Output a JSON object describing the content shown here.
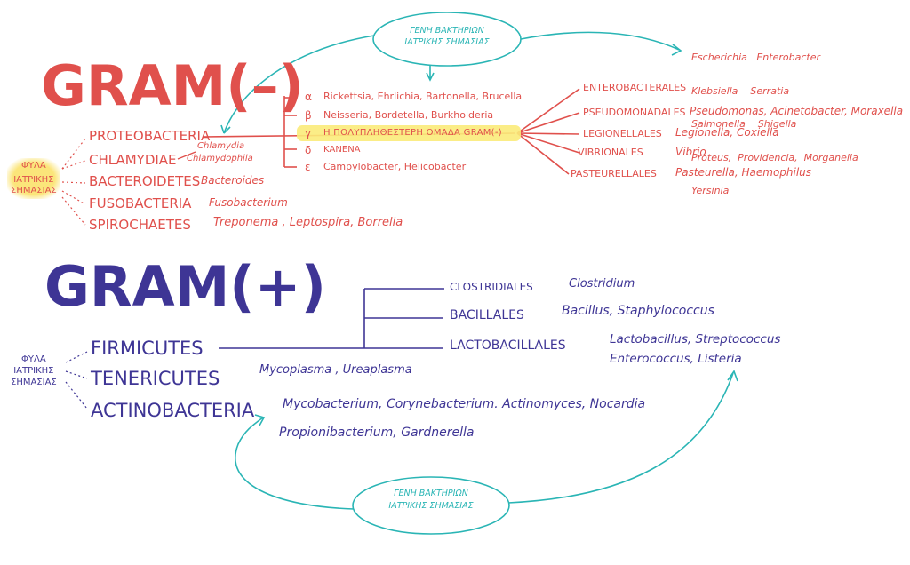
{
  "gram_neg": {
    "title": "GRAM(–)",
    "phyla_label_1": "ΦΥΛΑ",
    "phyla_label_2": "ΙΑΤΡΙΚΗΣ",
    "phyla_label_3": "ΣΗΜΑΣΙΑΣ",
    "phyla": [
      {
        "name": "PROTEOBACTERIA"
      },
      {
        "name": "CHLAMYDIAE",
        "genera_1": "Chlamydia",
        "genera_2": "Chlamydophila"
      },
      {
        "name": "BACTEROIDETES",
        "genera": "Bacteroides"
      },
      {
        "name": "FUSOBACTERIA",
        "genera": "Fusobacterium"
      },
      {
        "name": "SPIROCHAETES",
        "genera": "Treponema , Leptospira, Borrelia"
      }
    ],
    "classes": [
      {
        "symbol": "α",
        "text": "Rickettsia, Ehrlichia, Bartonella, Brucella"
      },
      {
        "symbol": "β",
        "text": "Neisseria, Bordetella, Burkholderia"
      },
      {
        "symbol": "γ",
        "text": "Η ΠΟΛΥΠΛΗΘΕΣΤΕΡΗ ΟΜΑΔΑ GRAM(-)"
      },
      {
        "symbol": "δ",
        "text": "ΚΑΝΕΝΑ"
      },
      {
        "symbol": "ε",
        "text": "Campylobacter, Helicobacter"
      }
    ],
    "orders": [
      {
        "name": "ENTEROBACTERALES"
      },
      {
        "name": "PSEUDOMONADALES",
        "genera": "Pseudomonas, Acinetobacter, Moraxella"
      },
      {
        "name": "LEGIONELLALES",
        "genera": "Legionella, Coxiella"
      },
      {
        "name": "VIBRIONALES",
        "genera": "Vibrio"
      },
      {
        "name": "PASTEURELLALES",
        "genera": "Pasteurella, Haemophilus"
      }
    ],
    "enterobacterales_genera": [
      "Escherichia   Enterobacter",
      "Klebsiella    Serratia",
      "Salmonella    Shigella",
      "Proteus,  Providencia,  Morganella",
      "Yersinia"
    ]
  },
  "gram_pos": {
    "title": "GRAM(+)",
    "phyla_label_1": "ΦΥΛΑ",
    "phyla_label_2": "ΙΑΤΡΙΚΗΣ",
    "phyla_label_3": "ΣΗΜΑΣΙΑΣ",
    "phyla": [
      {
        "name": "FIRMICUTES"
      },
      {
        "name": "TENERICUTES",
        "genera": "Mycoplasma , Ureaplasma"
      },
      {
        "name": "ACTINOBACTERIA",
        "genera_1": "Mycobacterium,  Corynebacterium.  Actinomyces, Nocardia",
        "genera_2": "Propionibacterium, Gardnerella"
      }
    ],
    "orders": [
      {
        "name": "CLOSTRIDIALES",
        "genera": "Clostridium"
      },
      {
        "name": "BACILLALES",
        "genera": "Bacillus, Staphylococcus"
      },
      {
        "name": "LACTOBACILLALES",
        "genera_1": "Lactobacillus, Streptococcus",
        "genera_2": "Enterococcus, Listeria"
      }
    ]
  },
  "bubbles": {
    "top_1": "ΓΕΝΗ ΒΑΚΤΗΡΙΩΝ",
    "top_2": "ΙΑΤΡΙΚΗΣ ΣΗΜΑΣΙΑΣ",
    "bottom_1": "ΓΕΝΗ ΒΑΚΤΗΡΙΩΝ",
    "bottom_2": "ΙΑΤΡΙΚΗΣ ΣΗΜΑΣΙΑΣ"
  },
  "colors": {
    "gram_neg": "#e0504c",
    "gram_pos": "#3e3595",
    "connector": "#2ab5b5",
    "highlight": "#fbeb7a"
  }
}
